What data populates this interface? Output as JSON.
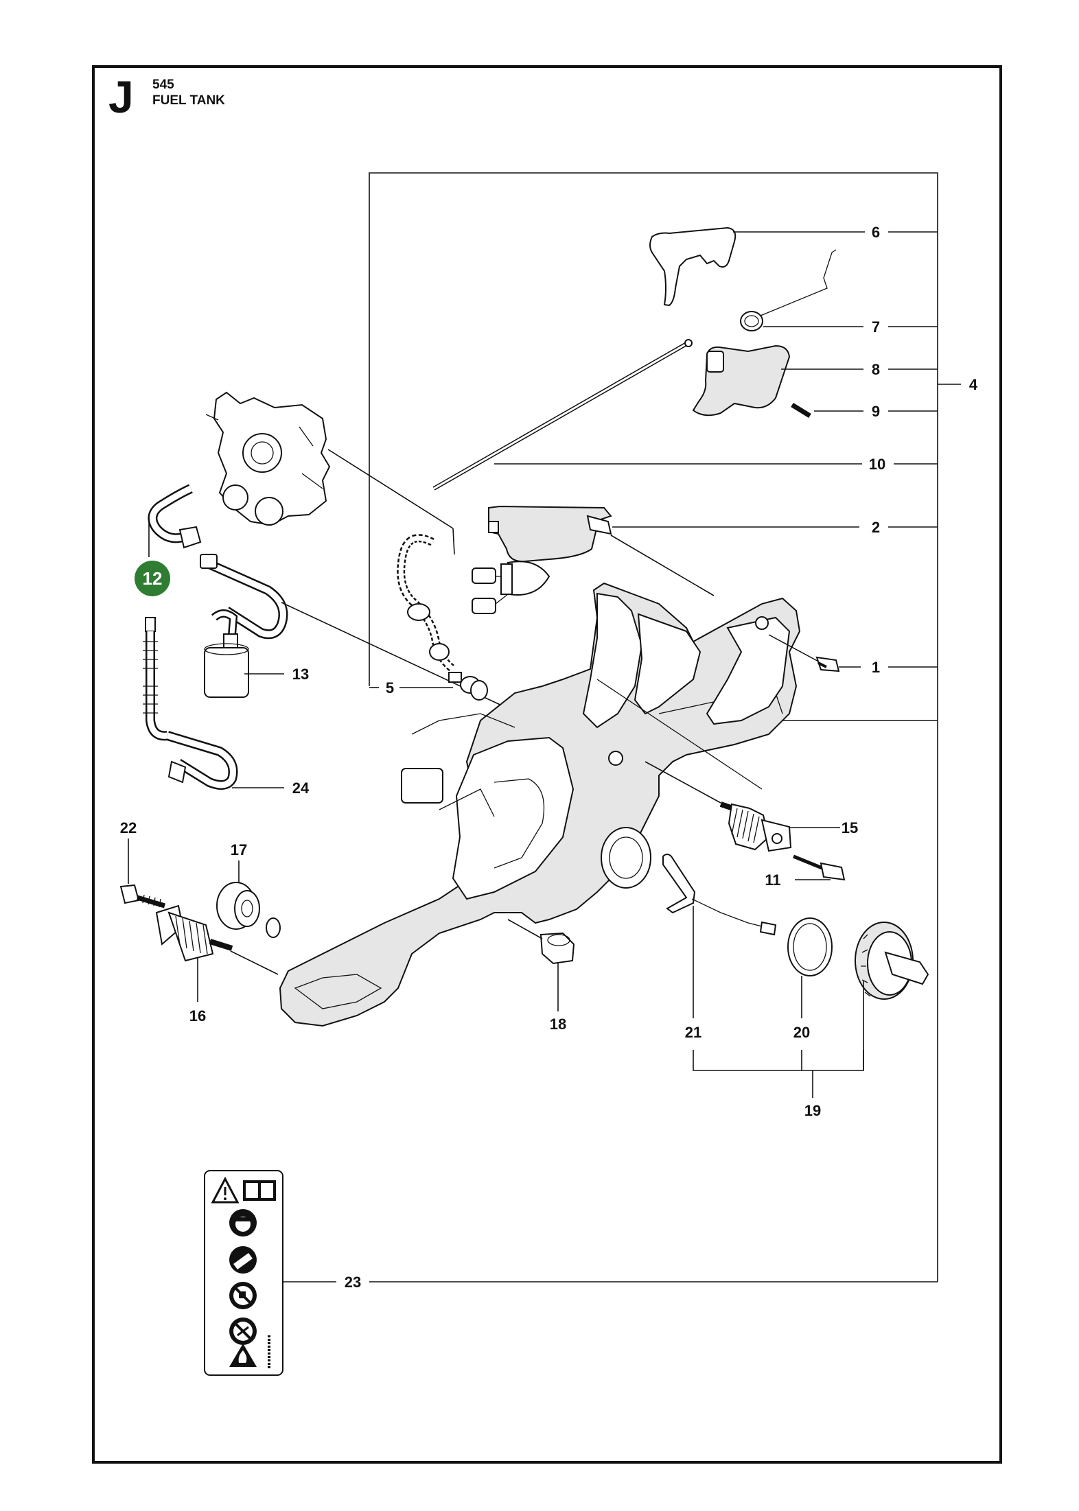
{
  "header": {
    "section_letter": "J",
    "model": "545",
    "title": "FUEL TANK"
  },
  "callouts": {
    "c1": "1",
    "c2": "2",
    "c4": "4",
    "c5": "5",
    "c6": "6",
    "c7": "7",
    "c8": "8",
    "c9": "9",
    "c10": "10",
    "c11": "11",
    "c12": "12",
    "c13": "13",
    "c15": "15",
    "c16": "16",
    "c17": "17",
    "c18": "18",
    "c19": "19",
    "c20": "20",
    "c21": "21",
    "c22": "22",
    "c23": "23",
    "c24": "24"
  },
  "highlight_color": "#2e7d32"
}
